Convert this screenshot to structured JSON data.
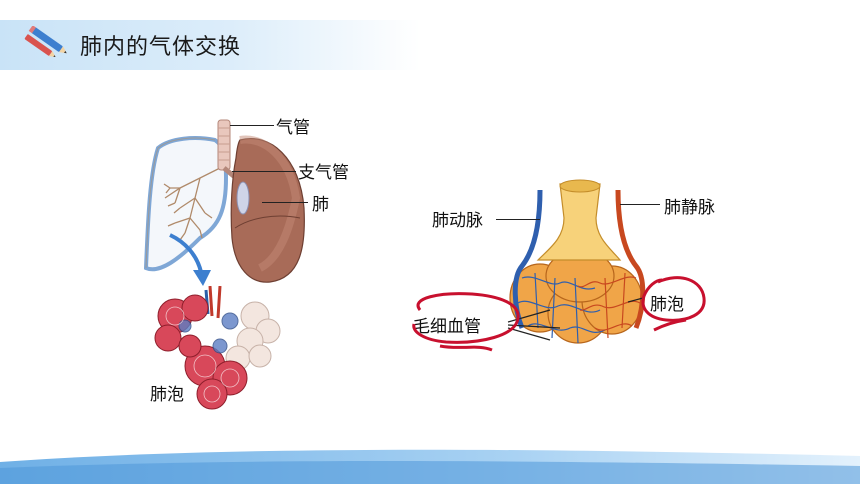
{
  "header": {
    "title": "肺内的气体交换",
    "icon": "pencils-icon"
  },
  "left_figure": {
    "labels": {
      "trachea": "气管",
      "bronchus": "支气管",
      "lung": "肺",
      "alveoli": "肺泡"
    }
  },
  "right_figure": {
    "labels": {
      "pulmonary_artery": "肺动脉",
      "pulmonary_vein": "肺静脉",
      "alveolus": "肺泡",
      "capillaries": "毛细血管"
    }
  },
  "colors": {
    "accent_blue": "#3d7fcf",
    "annotation_red": "#c8102e",
    "header_band": "#c9e3f7"
  }
}
